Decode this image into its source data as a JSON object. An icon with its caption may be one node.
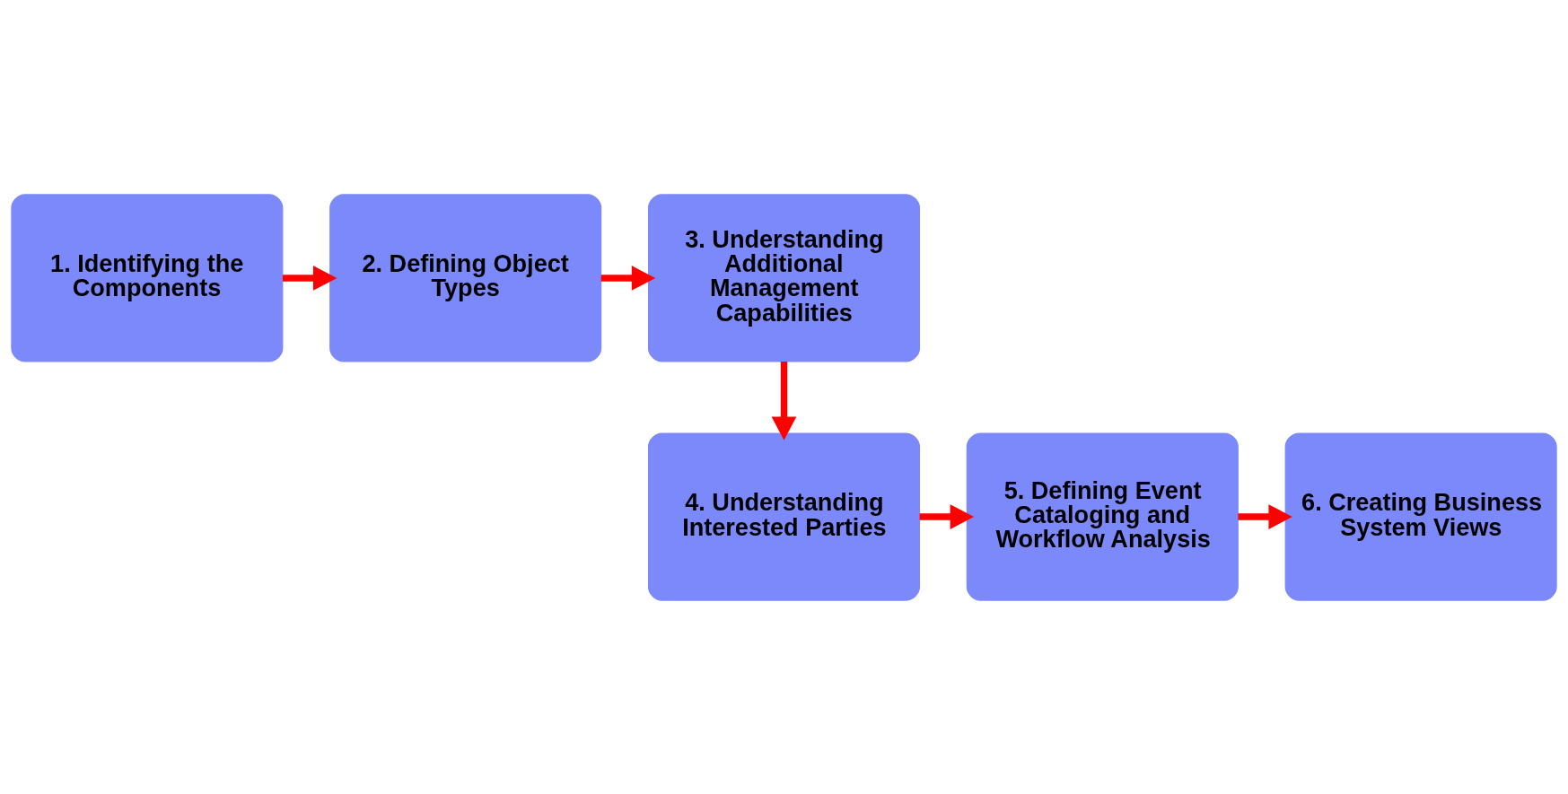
{
  "diagram": {
    "nodes": [
      {
        "text": [
          "1. Identifying the Components"
        ]
      },
      {
        "text": [
          "2. Defining Object Types"
        ]
      },
      {
        "text": [
          "3. Understanding Additional Management Capabilities"
        ]
      },
      {
        "text": [
          "4. Understanding Interested Parties"
        ]
      },
      {
        "text": [
          "5. Defining Event Cataloging and Workflow Analysis"
        ]
      },
      {
        "text": [
          "6. Creating Business System Views"
        ]
      }
    ],
    "edges": [
      {
        "from": 0,
        "to": 1,
        "arrow": "to"
      },
      {
        "from": 1,
        "to": 2,
        "arrow": "to"
      },
      {
        "from": 2,
        "to": 3,
        "arrow": "to"
      },
      {
        "from": 3,
        "to": 4,
        "arrow": "to"
      },
      {
        "from": 4,
        "to": 5,
        "arrow": "to"
      }
    ]
  }
}
